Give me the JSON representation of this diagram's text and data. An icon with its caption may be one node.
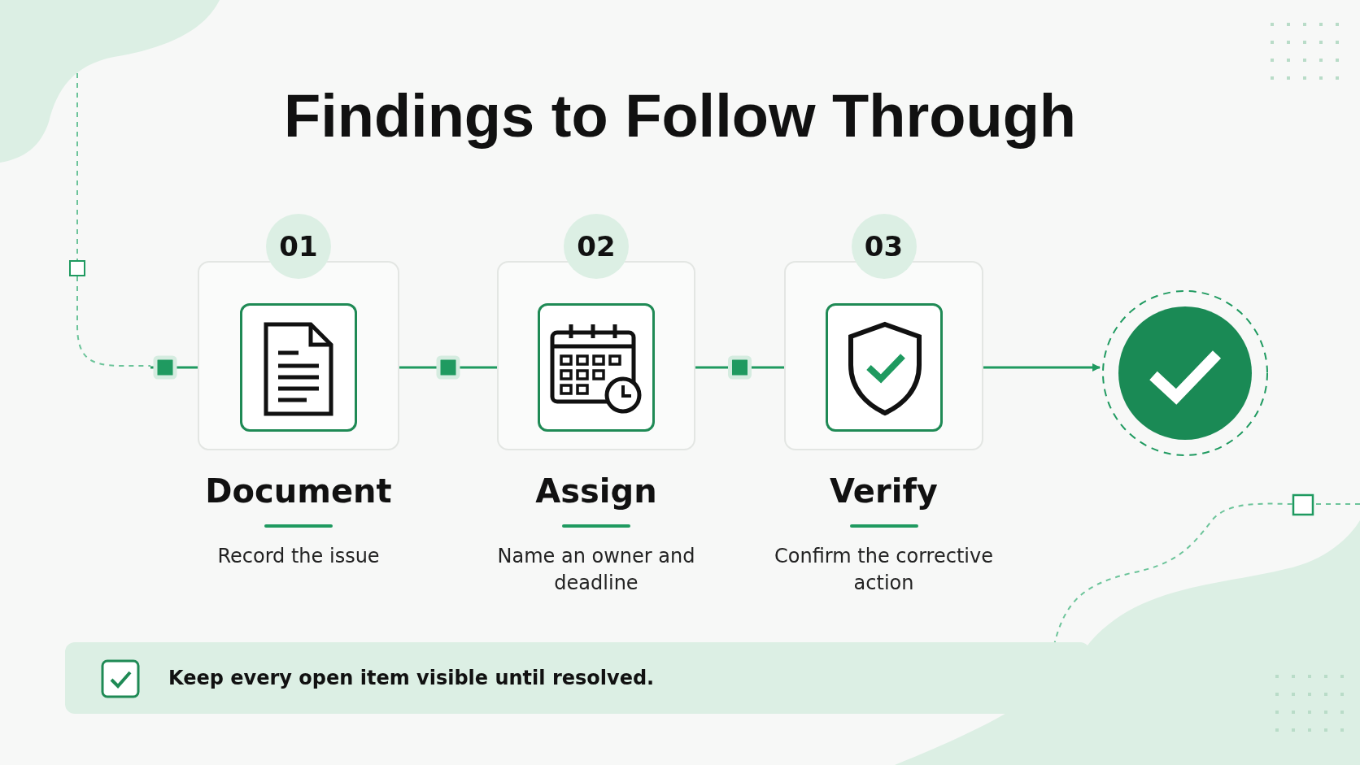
{
  "diagram": {
    "title": "Findings to Follow Through",
    "nodes": [
      {
        "text": [
          "01",
          "Document",
          "Record the issue"
        ]
      },
      {
        "text": [
          "02",
          "Assign",
          "Name an owner and deadline"
        ]
      },
      {
        "text": [
          "03",
          "Verify",
          "Confirm the corrective action"
        ]
      },
      {
        "text": [],
        "shape": "circle"
      }
    ],
    "edges": [
      {
        "from": 0,
        "to": 1,
        "arrow": "none"
      },
      {
        "from": 1,
        "to": 2,
        "arrow": "none"
      },
      {
        "from": 2,
        "to": 3,
        "arrow": "to"
      }
    ],
    "labels": [
      "Keep every open item visible until resolved."
    ]
  }
}
